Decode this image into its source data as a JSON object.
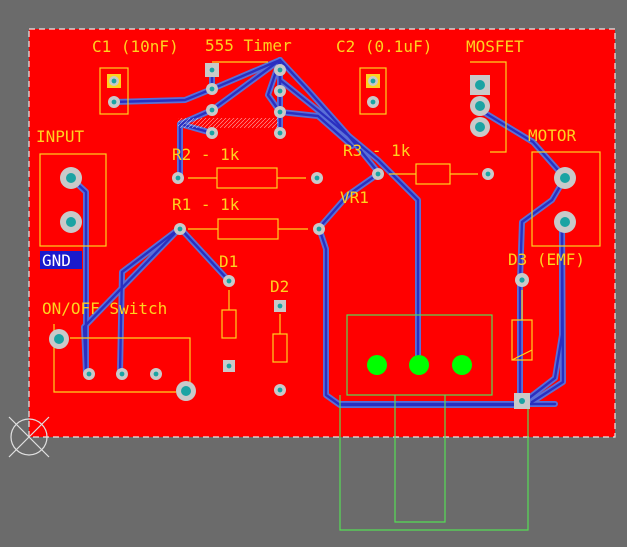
{
  "colors": {
    "background": "#6b6b6b",
    "board": "#ff0000",
    "trace_outer": "#5a6fd8",
    "trace_inner": "#2a2fc0",
    "silkscreen": "#ffd21f",
    "pad": "#c9c9c9",
    "pad_hole": "#1aa3a3",
    "component_body": "#00ff00",
    "courtyard": "#55dd55",
    "gnd_label_bg": "#1a1acc",
    "gnd_label_fg": "#ffffff"
  },
  "labels": {
    "c1": "C1 (10nF)",
    "timer": "555 Timer",
    "c2": "C2 (0.1uF)",
    "mosfet": "MOSFET",
    "input": "INPUT",
    "motor": "MOTOR",
    "r2": "R2 - 1k",
    "r3": "R3 - 1k",
    "vr1": "VR1",
    "r1": "R1 - 1k",
    "gnd": "GND",
    "d1": "D1",
    "d2": "D2",
    "d3": "D3 (EMF)",
    "switch": "ON/OFF Switch"
  },
  "icons": {
    "origin_marker": "crosshair-circle-icon"
  }
}
